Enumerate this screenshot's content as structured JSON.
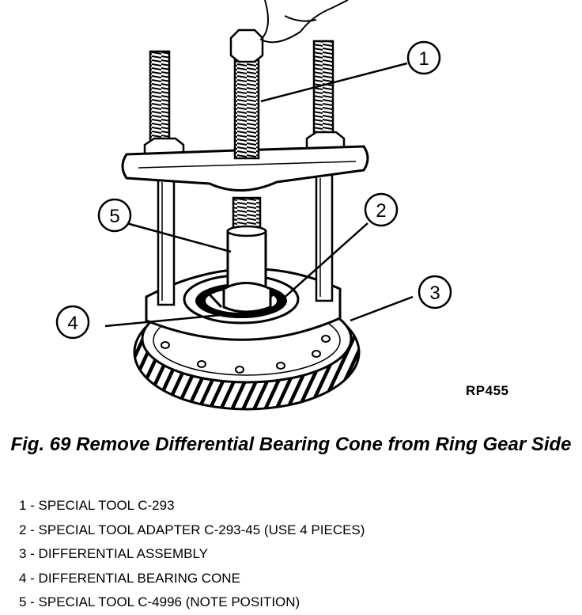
{
  "figure": {
    "code": "RP455",
    "caption": "Fig. 69 Remove Differential Bearing Cone from Ring Gear Side",
    "callouts": [
      "1",
      "2",
      "3",
      "4",
      "5"
    ],
    "legend": [
      "1 - SPECIAL TOOL C-293",
      "2 - SPECIAL TOOL ADAPTER C-293-45 (USE 4 PIECES)",
      "3 - DIFFERENTIAL ASSEMBLY",
      "4 - DIFFERENTIAL BEARING CONE",
      "5 - SPECIAL TOOL C-4996 (NOTE POSITION)"
    ]
  }
}
